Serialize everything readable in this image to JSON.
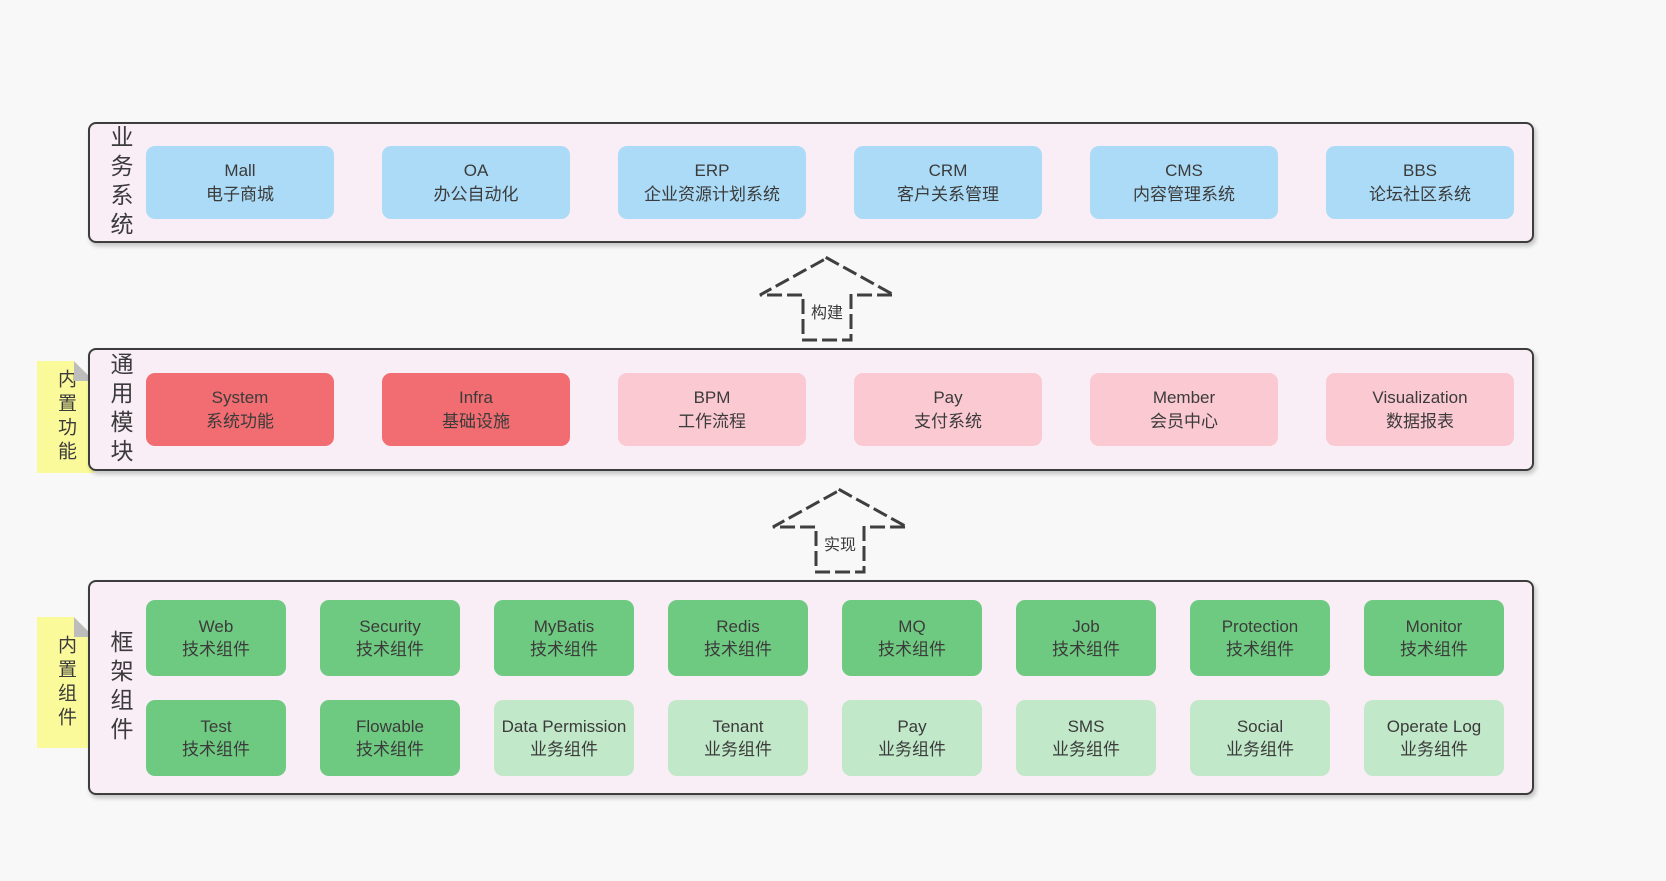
{
  "page": {
    "background": "#f8f8f8"
  },
  "colors": {
    "panel_bg": "#f9edf6",
    "panel_border": "#3d3d3d",
    "box_blue": "#abdbf6",
    "box_red": "#f26d71",
    "box_pink": "#fbc9d2",
    "box_green": "#6fca81",
    "box_lightgreen": "#c1e8c9",
    "tab_yellow": "#fbfa9b",
    "tab_fold_gray": "#bdbdbd",
    "text": "#3b3b3b"
  },
  "arrows": [
    {
      "label": "构建"
    },
    {
      "label": "实现"
    }
  ],
  "layers": [
    {
      "id": "business-systems",
      "label": "业务系统",
      "tab": null,
      "rows": [
        [
          {
            "name": "Mall",
            "desc": "电子商城",
            "color": "blue"
          },
          {
            "name": "OA",
            "desc": "办公自动化",
            "color": "blue"
          },
          {
            "name": "ERP",
            "desc": "企业资源计划系统",
            "color": "blue"
          },
          {
            "name": "CRM",
            "desc": "客户关系管理",
            "color": "blue"
          },
          {
            "name": "CMS",
            "desc": "内容管理系统",
            "color": "blue"
          },
          {
            "name": "BBS",
            "desc": "论坛社区系统",
            "color": "blue"
          }
        ]
      ]
    },
    {
      "id": "common-modules",
      "label": "通用模块",
      "tab": "内置功能",
      "rows": [
        [
          {
            "name": "System",
            "desc": "系统功能",
            "color": "red"
          },
          {
            "name": "Infra",
            "desc": "基础设施",
            "color": "red"
          },
          {
            "name": "BPM",
            "desc": "工作流程",
            "color": "pink"
          },
          {
            "name": "Pay",
            "desc": "支付系统",
            "color": "pink"
          },
          {
            "name": "Member",
            "desc": "会员中心",
            "color": "pink"
          },
          {
            "name": "Visualization",
            "desc": "数据报表",
            "color": "pink"
          }
        ]
      ]
    },
    {
      "id": "framework-components",
      "label": "框架组件",
      "tab": "内置组件",
      "rows": [
        [
          {
            "name": "Web",
            "desc": "技术组件",
            "color": "green"
          },
          {
            "name": "Security",
            "desc": "技术组件",
            "color": "green"
          },
          {
            "name": "MyBatis",
            "desc": "技术组件",
            "color": "green"
          },
          {
            "name": "Redis",
            "desc": "技术组件",
            "color": "green"
          },
          {
            "name": "MQ",
            "desc": "技术组件",
            "color": "green"
          },
          {
            "name": "Job",
            "desc": "技术组件",
            "color": "green"
          },
          {
            "name": "Protection",
            "desc": "技术组件",
            "color": "green"
          },
          {
            "name": "Monitor",
            "desc": "技术组件",
            "color": "green"
          }
        ],
        [
          {
            "name": "Test",
            "desc": "技术组件",
            "color": "green"
          },
          {
            "name": "Flowable",
            "desc": "技术组件",
            "color": "green"
          },
          {
            "name": "Data Permission",
            "desc": "业务组件",
            "color": "lightgreen"
          },
          {
            "name": "Tenant",
            "desc": "业务组件",
            "color": "lightgreen"
          },
          {
            "name": "Pay",
            "desc": "业务组件",
            "color": "lightgreen"
          },
          {
            "name": "SMS",
            "desc": "业务组件",
            "color": "lightgreen"
          },
          {
            "name": "Social",
            "desc": "业务组件",
            "color": "lightgreen"
          },
          {
            "name": "Operate Log",
            "desc": "业务组件",
            "color": "lightgreen"
          }
        ]
      ]
    }
  ]
}
